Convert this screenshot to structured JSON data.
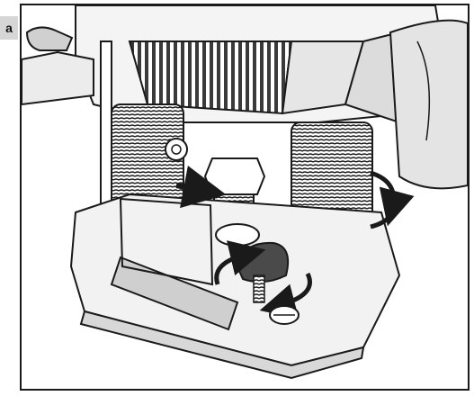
{
  "figure": {
    "label": "a",
    "parts": [
      "router-motor-housing",
      "depth-adjust-knob",
      "spring-columns",
      "depth-stop-turret",
      "router-base-plate",
      "chip-shield"
    ]
  },
  "colors": {
    "ink": "#1a1a1a",
    "shade": "#c8c8c8",
    "dark": "#4a4a4a",
    "paper": "#ffffff",
    "tab": "#d6d6d6"
  }
}
